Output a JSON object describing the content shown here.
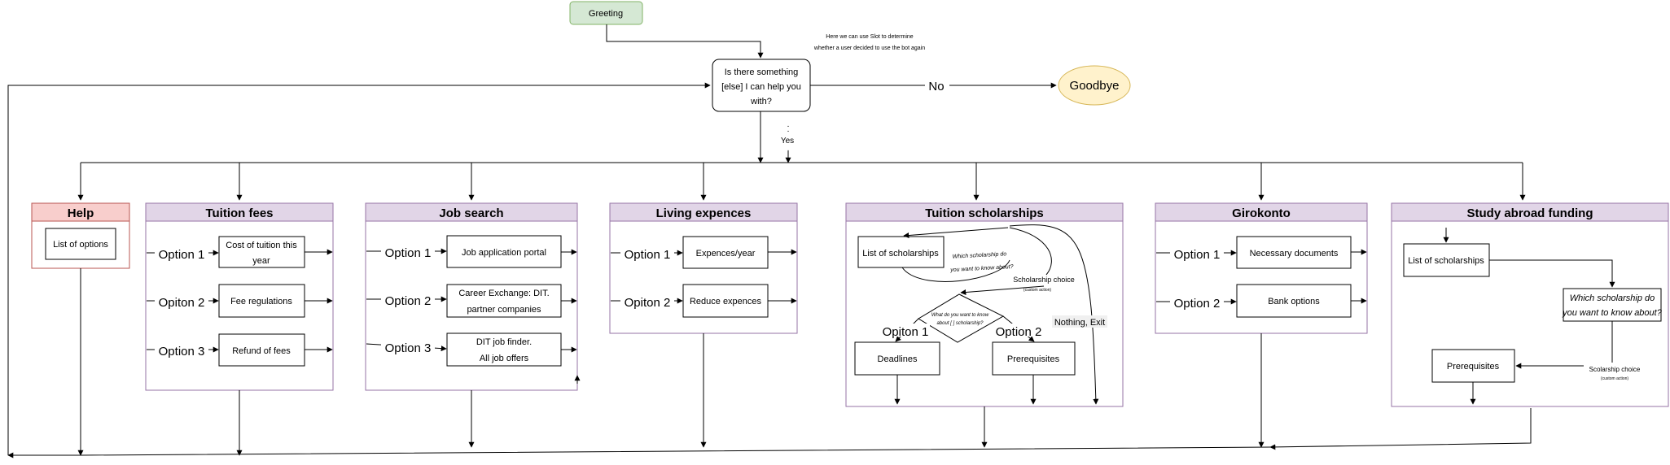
{
  "greeting": "Greeting",
  "question": [
    "Is there something",
    "[else] I can help you",
    "with?"
  ],
  "note": [
    "Here we can use Slot to determine",
    "whether a user decided to use the bot again"
  ],
  "no_label": "No",
  "yes_label": "Yes",
  "goodbye": "Goodbye",
  "help": {
    "title": "Help",
    "item": "List of options"
  },
  "tuition_fees": {
    "title": "Tuition fees",
    "options": [
      "Option 1",
      "Opiton 2",
      "Option 3"
    ],
    "items": [
      [
        "Cost of tuition this",
        "year"
      ],
      [
        "Fee regulations"
      ],
      [
        "Refund of fees"
      ]
    ]
  },
  "job_search": {
    "title": "Job search",
    "options": [
      "Option 1",
      "Option 2",
      "Option 3"
    ],
    "items": [
      [
        "Job application portal"
      ],
      [
        "Career Exchange: DIT.",
        "partner companies"
      ],
      [
        "DIT job finder.",
        "All job offers"
      ]
    ]
  },
  "living": {
    "title": "Living expences",
    "options": [
      "Option 1",
      "Opiton 2"
    ],
    "items": [
      "Expences/year",
      "Reduce expences"
    ]
  },
  "scholarships": {
    "title": "Tuition scholarships",
    "list": "List of scholarships",
    "which": [
      "Which scholarship do",
      "you want to know about?"
    ],
    "choice": "Scholarship choice",
    "custom_action": "(custom action)",
    "diamond": [
      "What do you want to know",
      "about [ ] scholarship?"
    ],
    "opt1": "Opiton 1",
    "opt2": "Option 2",
    "exit": "Nothing, Exit",
    "deadlines": "Deadlines",
    "prereq": "Prerequisites"
  },
  "girokonto": {
    "title": "Girokonto",
    "options": [
      "Option 1",
      "Option 2"
    ],
    "items": [
      "Necessary documents",
      "Bank options"
    ]
  },
  "abroad": {
    "title": "Study abroad funding",
    "list": "List of scholarships",
    "which": [
      "Which scholarship do",
      "you want to know about?"
    ],
    "prereq": "Prerequisites",
    "choice": "Scolarship choice",
    "custom_action": "(custom action)"
  },
  "colors": {
    "greeting_fill": "#d5e8d4",
    "goodbye_fill": "#fff2cc",
    "help_header": "#f8cecc",
    "section_header": "#e1d5e7",
    "section_border": "#9673a6",
    "help_border": "#b85450"
  }
}
